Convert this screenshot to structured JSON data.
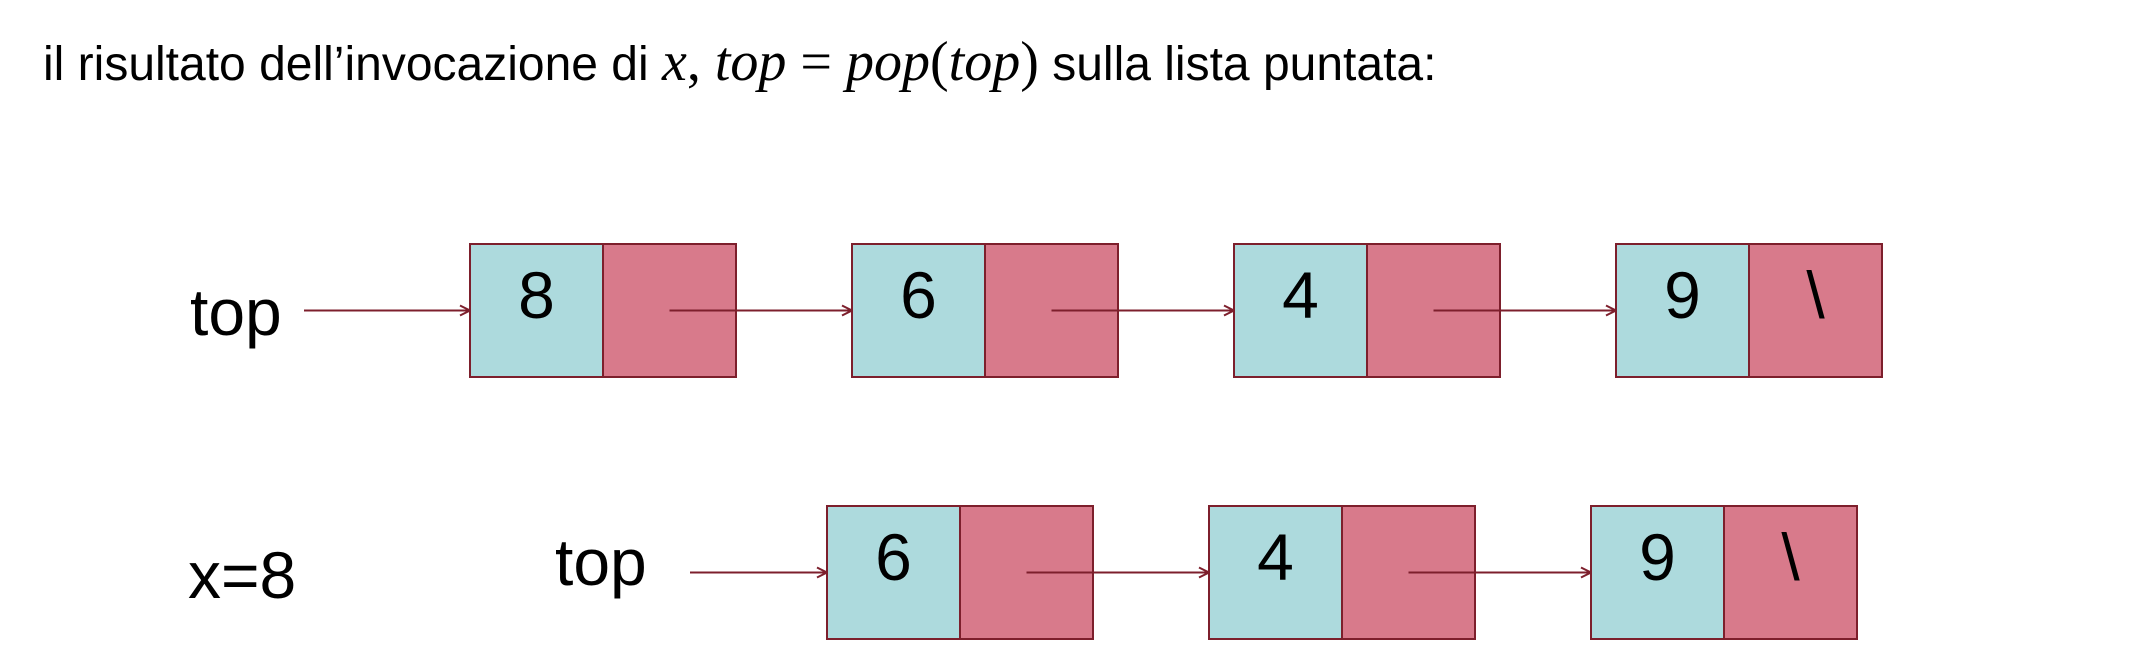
{
  "title": {
    "prefix": "il risultato dell’invocazione di ",
    "expr_x": "x",
    "expr_comma": ", ",
    "expr_top": "top",
    "expr_eq": " = ",
    "expr_pop": "pop",
    "expr_lparen": "(",
    "expr_arg": "top",
    "expr_rparen": ")",
    "suffix": " sulla lista puntata:"
  },
  "before": {
    "pointer_label": "top",
    "nodes": [
      {
        "value": "8",
        "next": ""
      },
      {
        "value": "6",
        "next": ""
      },
      {
        "value": "4",
        "next": ""
      },
      {
        "value": "9",
        "next": "\\"
      }
    ]
  },
  "after": {
    "result_label": "x=8",
    "pointer_label": "top",
    "nodes": [
      {
        "value": "6",
        "next": ""
      },
      {
        "value": "4",
        "next": ""
      },
      {
        "value": "9",
        "next": "\\"
      }
    ]
  },
  "colors": {
    "value_cell": "#addadd",
    "pointer_cell": "#d87a8b",
    "border": "#7d1f2c",
    "arrow": "#7d1f2c"
  }
}
